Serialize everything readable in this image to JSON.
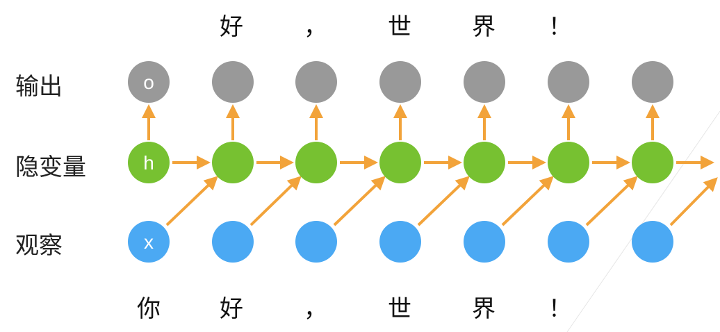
{
  "row_labels": {
    "output": "输出",
    "hidden": "隐变量",
    "observation": "观察"
  },
  "top_tokens": [
    "好",
    "，",
    "世",
    "界",
    "！"
  ],
  "bottom_tokens": [
    "你",
    "好",
    "，",
    "世",
    "界",
    "！"
  ],
  "node_letters": {
    "output": "o",
    "hidden": "h",
    "input": "x"
  },
  "colors": {
    "output_node": "#999999",
    "hidden_node": "#77c131",
    "input_node": "#4ba9f3",
    "arrow": "#f2a33a"
  }
}
